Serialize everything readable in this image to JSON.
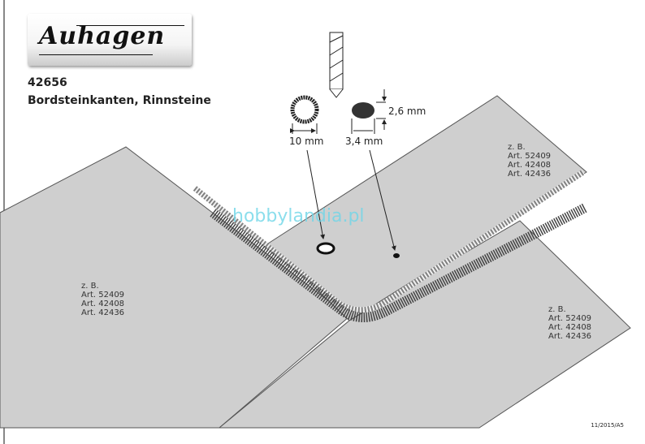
{
  "logo": "Auhagen",
  "article_number": "42656",
  "title": "Bordsteinkanten, Rinnsteine",
  "dimensions": {
    "ring": "10 mm",
    "drill": "3,4 mm",
    "height": "2,6 mm"
  },
  "plates": [
    {
      "lines": [
        "z. B.",
        "Art. 52409",
        "Art. 42408",
        "Art. 42436"
      ]
    },
    {
      "lines": [
        "z. B.",
        "Art. 52409",
        "Art. 42408",
        "Art. 42436"
      ]
    },
    {
      "lines": [
        "z. B.",
        "Art. 52409",
        "Art. 42408",
        "Art. 42436"
      ]
    }
  ],
  "watermark": "hobbylandia.pl",
  "footer": "11/2015/A5"
}
